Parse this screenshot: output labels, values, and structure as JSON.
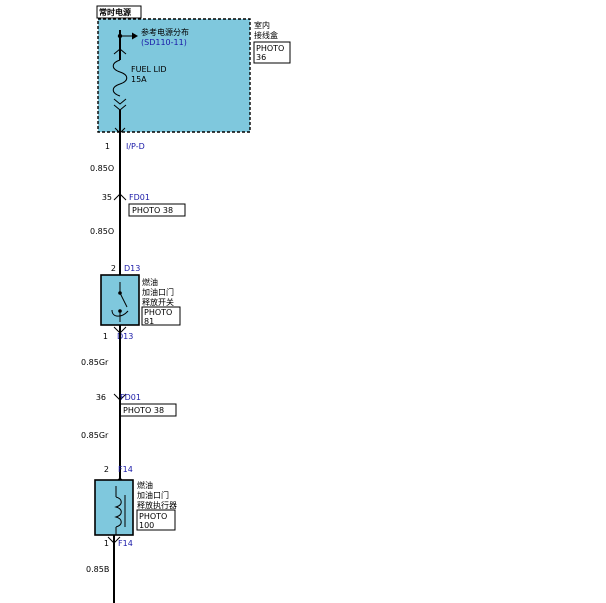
{
  "colors": {
    "component_fill": "#7fc8dd",
    "wire": "#000000",
    "connector_text": "#1a1aa8"
  },
  "power_source": {
    "label": "常时电源"
  },
  "junction_box": {
    "name_line1": "室内",
    "name_line2": "接线盒",
    "photo_label": "PHOTO",
    "photo_number": "36",
    "ref_text": "参考电源分布",
    "ref_code": "(SD110-11)",
    "fuse_name": "FUEL LID",
    "fuse_rating": "15A",
    "connector_pin": "1",
    "connector_id": "I/P-D"
  },
  "wires": [
    {
      "spec": "0.85O"
    },
    {
      "spec": "0.85O"
    },
    {
      "spec": "0.85Gr"
    },
    {
      "spec": "0.85Gr"
    },
    {
      "spec": "0.85B"
    }
  ],
  "inline_connectors": [
    {
      "pin": "35",
      "id": "FD01",
      "photo": "PHOTO 38"
    },
    {
      "pin": "36",
      "id": "FD01",
      "photo": "PHOTO 38"
    }
  ],
  "switch": {
    "name_line1": "燃油",
    "name_line2": "加油口门",
    "name_line3": "释放开关",
    "photo_label": "PHOTO",
    "photo_number": "81",
    "top_pin": "2",
    "top_connector": "D13",
    "bottom_pin": "1",
    "bottom_connector": "D13"
  },
  "actuator": {
    "name_line1": "燃油",
    "name_line2": "加油口门",
    "name_line3": "释放执行器",
    "photo_label": "PHOTO",
    "photo_number": "100",
    "top_pin": "2",
    "top_connector": "F14",
    "bottom_pin": "1",
    "bottom_connector": "F14"
  }
}
